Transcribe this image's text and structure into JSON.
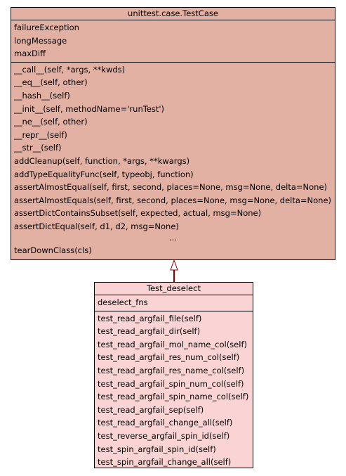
{
  "colors": {
    "parent_fill": "#e2b1a3",
    "child_fill": "#fad4d4",
    "border": "#000000",
    "arrow": "#8b0000"
  },
  "parent": {
    "name": "unittest.case.TestCase",
    "attributes": [
      "failureException",
      "longMessage",
      "maxDiff"
    ],
    "methods_before": [
      "__call__(self, *args, **kwds)",
      "__eq__(self, other)",
      "__hash__(self)",
      "__init__(self, methodName='runTest')",
      "__ne__(self, other)",
      "__repr__(self)",
      "__str__(self)",
      "addCleanup(self, function, *args, **kwargs)",
      "addTypeEqualityFunc(self, typeobj, function)",
      "assertAlmostEqual(self, first, second, places=None, msg=None, delta=None)",
      "assertAlmostEquals(self, first, second, places=None, msg=None, delta=None)",
      "assertDictContainsSubset(self, expected, actual, msg=None)",
      "assertDictEqual(self, d1, d2, msg=None)"
    ],
    "ellipsis": "...",
    "methods_after": [
      "tearDownClass(cls)"
    ]
  },
  "child": {
    "name": "Test_deselect",
    "attributes": [
      "deselect_fns"
    ],
    "methods": [
      "test_read_argfail_file(self)",
      "test_read_argfail_dir(self)",
      "test_read_argfail_mol_name_col(self)",
      "test_read_argfail_res_num_col(self)",
      "test_read_argfail_res_name_col(self)",
      "test_read_argfail_spin_num_col(self)",
      "test_read_argfail_spin_name_col(self)",
      "test_read_argfail_sep(self)",
      "test_read_argfail_change_all(self)",
      "test_reverse_argfail_spin_id(self)",
      "test_spin_argfail_spin_id(self)",
      "test_spin_argfail_change_all(self)"
    ]
  }
}
